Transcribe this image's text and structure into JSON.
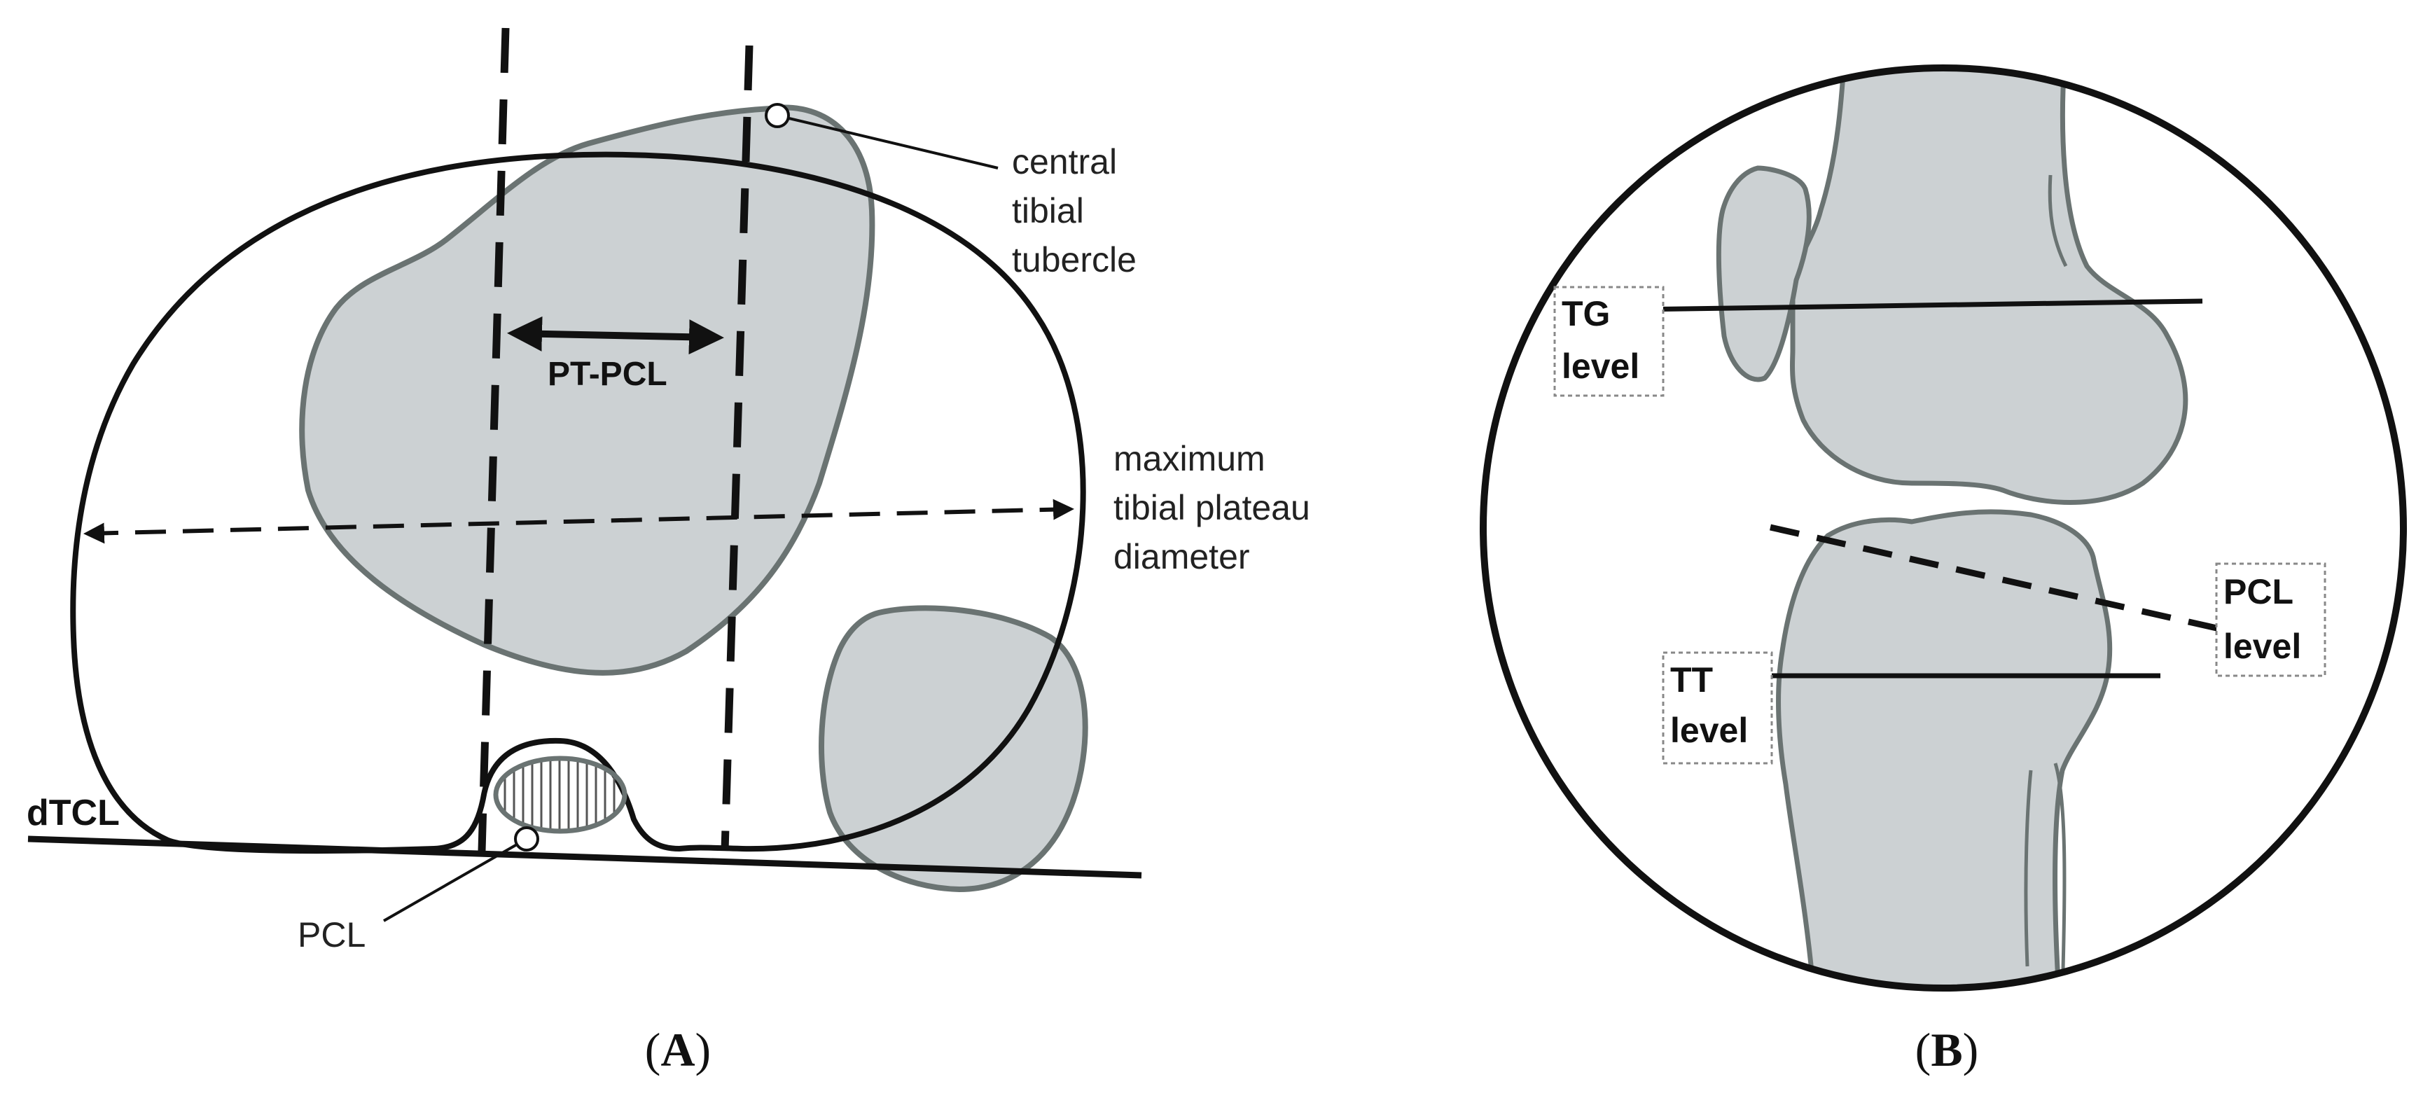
{
  "panel_a": {
    "caption_open": "(",
    "caption_letter": "A",
    "caption_close": ")",
    "labels": {
      "central_tubercle": [
        "central",
        "tibial",
        "tubercle"
      ],
      "pt_pcl": "PT-PCL",
      "max_diameter": [
        "maximum",
        "tibial plateau",
        "diameter"
      ],
      "dtcl": "dTCL",
      "pcl": "PCL"
    }
  },
  "panel_b": {
    "caption_open": "(",
    "caption_letter": "B",
    "caption_close": ")",
    "labels": {
      "tg": [
        "TG",
        "level"
      ],
      "pcl": [
        "PCL",
        "level"
      ],
      "tt": [
        "TT",
        "level"
      ]
    }
  },
  "colors": {
    "bone_fill": "#ccd1d3",
    "bone_stroke": "#6a7372",
    "line": "#111111"
  }
}
